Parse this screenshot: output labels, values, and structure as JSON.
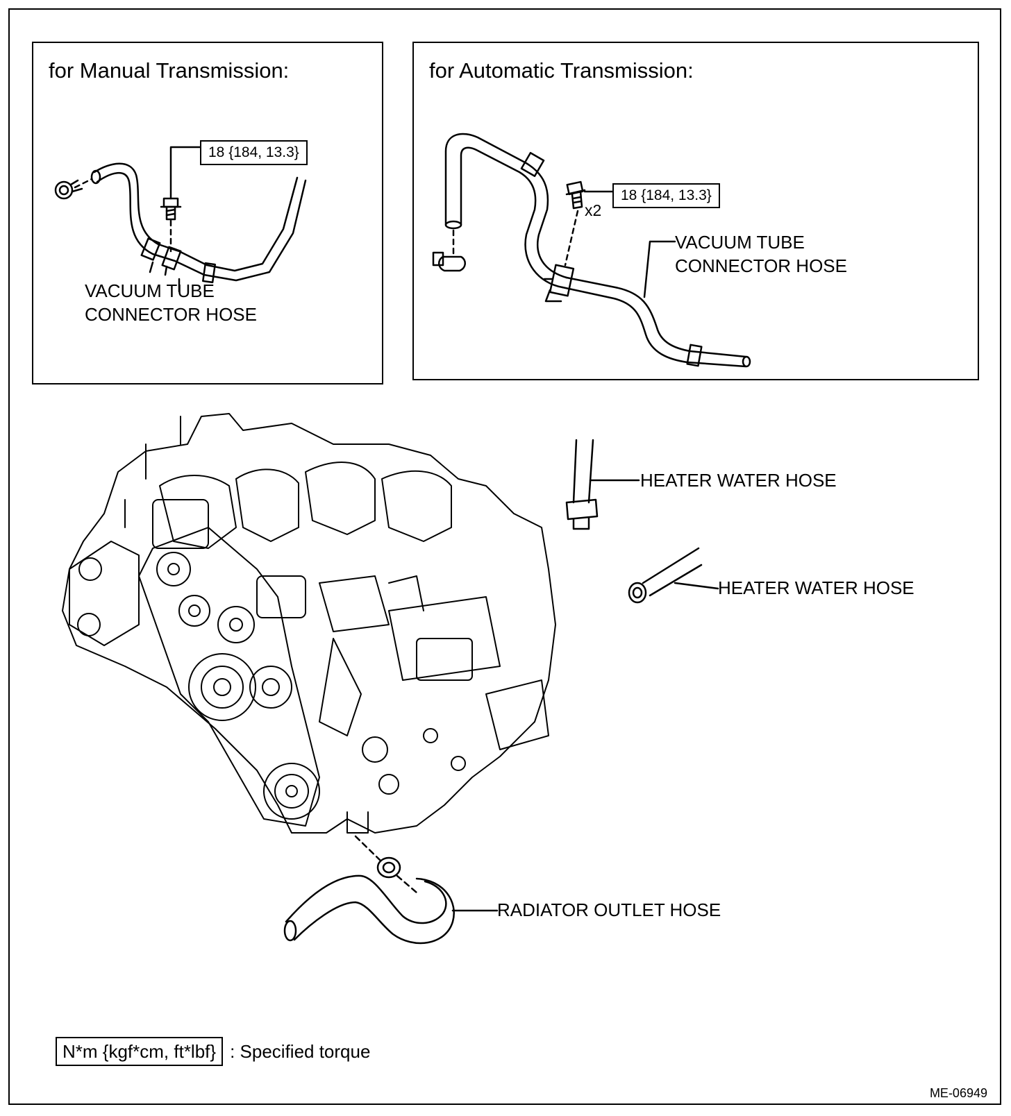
{
  "manual_inset": {
    "title": "for Manual Transmission:",
    "torque": "18 {184, 13.3}",
    "hose_label_line1": "VACUUM TUBE",
    "hose_label_line2": "CONNECTOR HOSE"
  },
  "automatic_inset": {
    "title": "for Automatic Transmission:",
    "torque": "18 {184, 13.3}",
    "quantity": "x2",
    "hose_label_line1": "VACUUM TUBE",
    "hose_label_line2": "CONNECTOR HOSE"
  },
  "main": {
    "heater_hose_1": "HEATER WATER HOSE",
    "heater_hose_2": "HEATER WATER HOSE",
    "radiator_hose": "RADIATOR OUTLET HOSE"
  },
  "legend": {
    "unit": "N*m {kgf*cm, ft*lbf}",
    "description": ": Specified torque"
  },
  "figure_id": "ME-06949"
}
